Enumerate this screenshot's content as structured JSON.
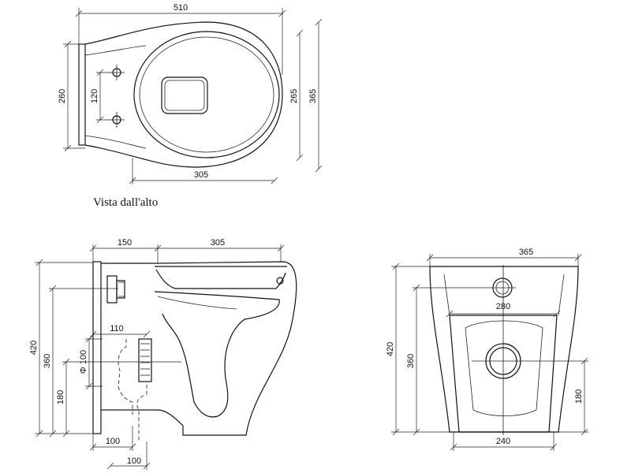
{
  "top_view": {
    "caption": "Vista dall'alto",
    "dims": {
      "width": "510",
      "depth_left": "260",
      "holes": "120",
      "depth_right": "265",
      "total_depth": "365",
      "bowl_width": "305"
    }
  },
  "side_view": {
    "dims": {
      "back_offset": "150",
      "bowl_length": "305",
      "outlet_offset": "110",
      "outlet_diam": "Φ 100",
      "height_total": "420",
      "height_inlet": "360",
      "height_outlet": "180",
      "bottom_a": "100",
      "bottom_b": "100"
    }
  },
  "front_view": {
    "dims": {
      "width": "365",
      "inlet_width": "280",
      "base_width": "240",
      "height_total": "420",
      "height_inlet": "360",
      "height_outlet": "180"
    }
  }
}
